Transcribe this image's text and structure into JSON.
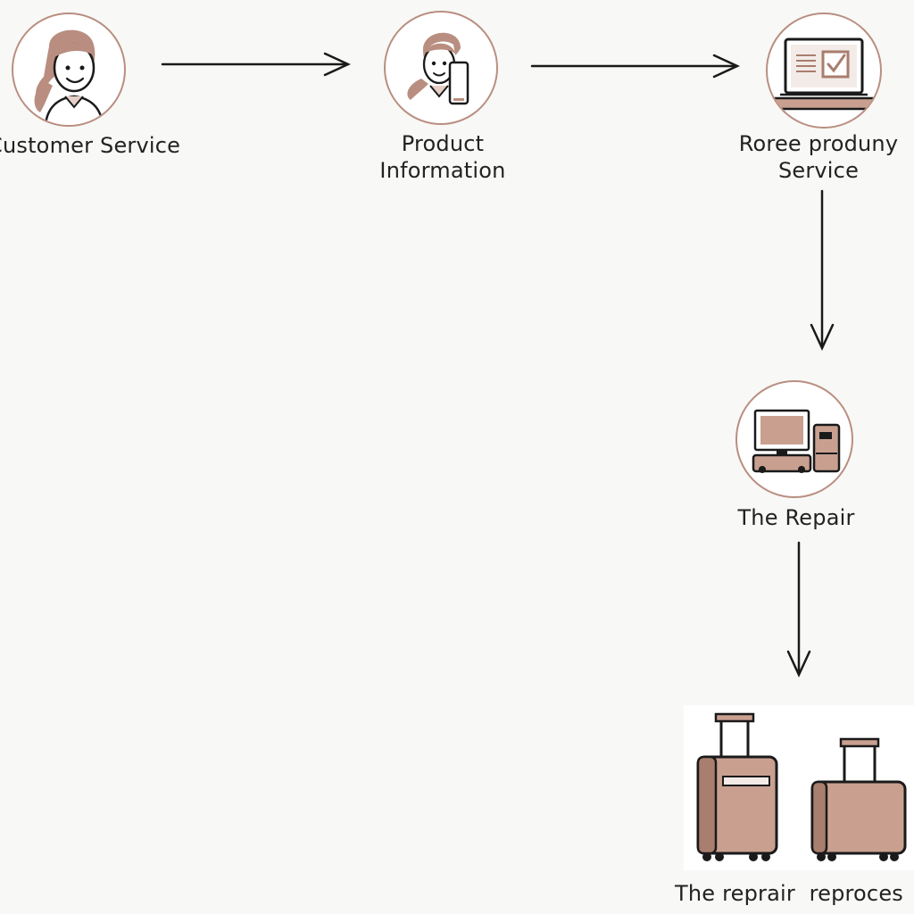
{
  "diagram": {
    "nodes": {
      "customer_service": {
        "label": "Customer Service",
        "icon": "customer-service-agent-icon"
      },
      "product_information": {
        "line1": "Product",
        "line2": "Information",
        "icon": "person-with-phone-icon"
      },
      "roree_service": {
        "line1": "Roree produny",
        "line2": "Service",
        "icon": "laptop-checklist-icon"
      },
      "the_repair": {
        "label": "The Repair",
        "icon": "computer-workstation-icon"
      },
      "repair_process": {
        "label": "The reprair  reproces",
        "icon": "luggage-suitcases-icon"
      }
    },
    "edges": [
      {
        "from": "Customer Service",
        "to": "Product Information",
        "direction": "right"
      },
      {
        "from": "Product Information",
        "to": "Roree produny Service",
        "direction": "right"
      },
      {
        "from": "Roree produny Service",
        "to": "The Repair",
        "direction": "down"
      },
      {
        "from": "The Repair",
        "to": "The reprair  reproces",
        "direction": "down"
      }
    ],
    "colors": {
      "accent": "#b98e80",
      "icon_fill": "#c9a090",
      "icon_fill_dark": "#a87e6e",
      "line": "#1a1a1a",
      "background": "#f8f8f6"
    }
  }
}
